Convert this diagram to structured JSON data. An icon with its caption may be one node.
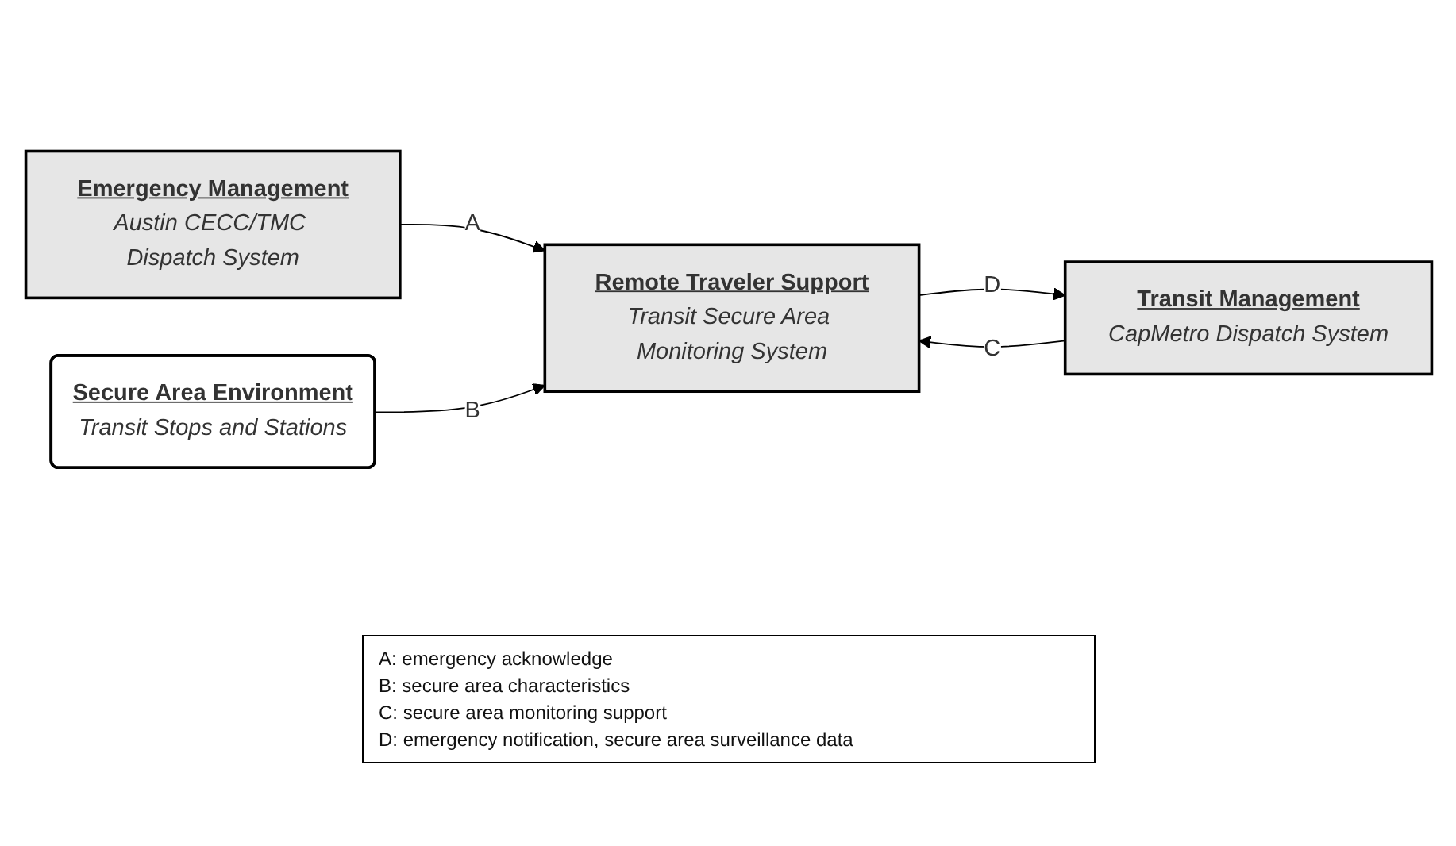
{
  "diagram": {
    "nodes": [
      {
        "text": [
          "Emergency Management",
          "Austin CECC/TMC Dispatch System"
        ]
      },
      {
        "text": [
          "Remote Traveler Support",
          "Transit Secure Area Monitoring System"
        ]
      },
      {
        "text": [
          "Secure Area Environment",
          "Transit Stops and Stations"
        ]
      },
      {
        "text": [
          "Transit  Management",
          "CapMetro Dispatch System"
        ]
      }
    ],
    "edges": [
      {
        "from": 0,
        "to": 1,
        "arrow": "to",
        "label": "A"
      },
      {
        "from": 2,
        "to": 1,
        "arrow": "to",
        "label": "B"
      },
      {
        "from": 3,
        "to": 1,
        "arrow": "to",
        "label": "C"
      },
      {
        "from": 1,
        "to": 3,
        "arrow": "to",
        "label": "D"
      }
    ],
    "labels": [
      "A: emergency acknowledge",
      "B: secure area characteristics",
      "C: secure area monitoring support",
      "D: emergency notification, secure area surveillance data"
    ]
  }
}
